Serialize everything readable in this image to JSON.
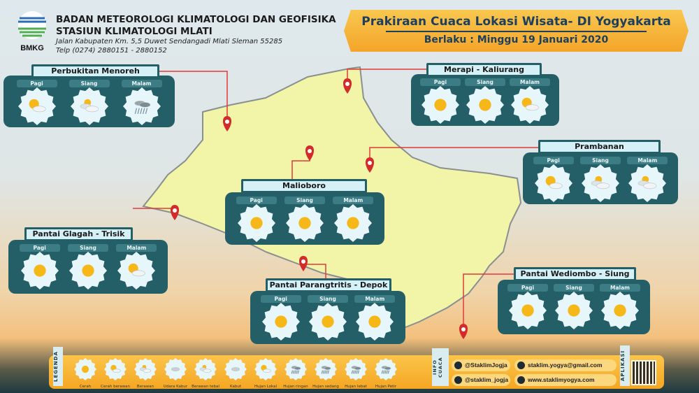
{
  "header": {
    "agency": "BADAN METEOROLOGI KLIMATOLOGI DAN GEOFISIKA",
    "station": "STASIUN KLIMATOLOGI MLATI",
    "address": "Jalan Kabupaten Km. 5,5 Duwet Sendangadi Mlati Sleman 55285",
    "phone": "Telp (0274) 2880151 - 2880152",
    "logo_text": "BMKG"
  },
  "banner": {
    "title": "Prakiraan Cuaca Lokasi Wisata- DI Yogyakarta",
    "subtitle": "Berlaku : Minggu 19 Januari 2020"
  },
  "periods": [
    "Pagi",
    "Siang",
    "Malam"
  ],
  "locations": [
    {
      "name": "Perbukitan Menoreh",
      "forecast": [
        "cerah-berawan",
        "berawan",
        "hujan-ringan"
      ]
    },
    {
      "name": "Merapi - Kaliurang",
      "forecast": [
        "cerah",
        "cerah",
        "cerah-berawan"
      ]
    },
    {
      "name": "Prambanan",
      "forecast": [
        "cerah-berawan",
        "berawan",
        "berawan"
      ]
    },
    {
      "name": "Malioboro",
      "forecast": [
        "cerah",
        "cerah",
        "cerah"
      ]
    },
    {
      "name": "Pantai Glagah - Trisik",
      "forecast": [
        "cerah",
        "cerah",
        "cerah-berawan"
      ]
    },
    {
      "name": "Pantai Parangtritis - Depok",
      "forecast": [
        "cerah",
        "cerah",
        "cerah"
      ]
    },
    {
      "name": "Pantai Wediombo - Siung",
      "forecast": [
        "cerah",
        "cerah",
        "cerah"
      ]
    }
  ],
  "legend": {
    "label": "LEGENDA",
    "items": [
      {
        "label": "Cerah",
        "icon": "cerah"
      },
      {
        "label": "Cerah berawan",
        "icon": "cerah-berawan"
      },
      {
        "label": "Berawan",
        "icon": "berawan"
      },
      {
        "label": "Udara Kabur",
        "icon": "udara-kabur"
      },
      {
        "label": "Berawan tebal",
        "icon": "berawan-tebal"
      },
      {
        "label": "Kabut",
        "icon": "kabut"
      },
      {
        "label": "Hujan Lokal",
        "icon": "hujan-lokal"
      },
      {
        "label": "Hujan ringan",
        "icon": "hujan-ringan"
      },
      {
        "label": "Hujan sedang",
        "icon": "hujan-sedang"
      },
      {
        "label": "Hujan lebat",
        "icon": "hujan-lebat"
      },
      {
        "label": "Hujan Petir",
        "icon": "hujan-petir"
      }
    ]
  },
  "info": {
    "label": "INFO CUACA",
    "twitter": "@StaklimJogja",
    "instagram": "@staklim_jogja",
    "email": "staklim.yogya@gmail.com",
    "website": "www.staklimyogya.com"
  },
  "app": {
    "label": "APLIKASI"
  },
  "colors": {
    "panel": "#245e66",
    "map": "#f2f5a8",
    "accent": "#f5a623",
    "line": "#e03a3a"
  }
}
